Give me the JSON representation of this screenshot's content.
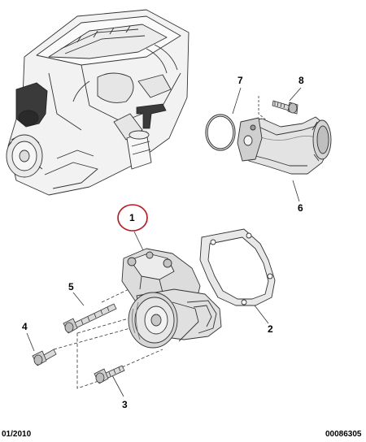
{
  "callouts": {
    "c1": "1",
    "c2": "2",
    "c3": "3",
    "c4": "4",
    "c5": "5",
    "c6": "6",
    "c7": "7",
    "c8": "8"
  },
  "footer": {
    "date": "01/2010",
    "reference": "00086305"
  },
  "colors": {
    "line": "#333333",
    "part_fill": "#e3e3e3",
    "part_shade": "#b8b8b8",
    "engine_fill": "#f2f2f2",
    "highlight_circle": "#c0101a",
    "dark_part": "#3a3a3a"
  },
  "icons": {
    "engine": "engine-block-illustration",
    "water_pump": "water-pump-illustration",
    "gasket": "gasket-illustration",
    "hose": "coolant-outlet-illustration",
    "o_ring": "o-ring-illustration",
    "bolt": "bolt-illustration"
  }
}
